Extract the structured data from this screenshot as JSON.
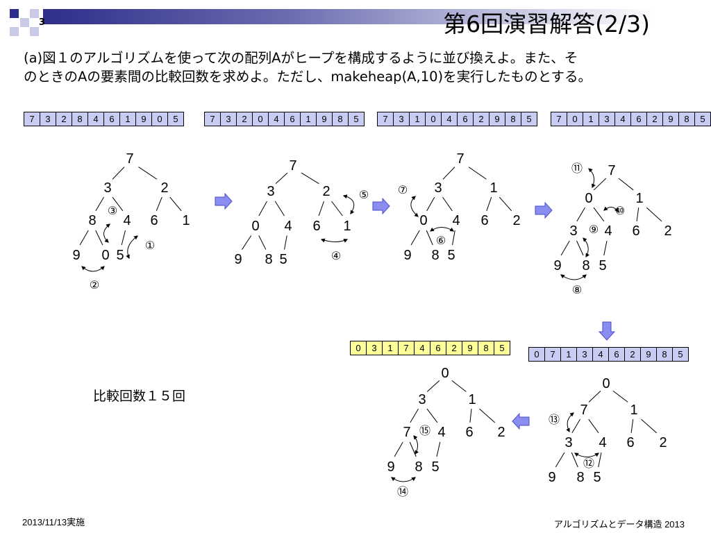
{
  "slide": {
    "title": "第6回演習解答(2/3)",
    "number": "3",
    "problem_line1": "(a)図１のアルゴリズムを使って次の配列Aがヒープを構成するように並び換えよ。また、そ",
    "problem_line2": "のときのAの要素間の比較回数を求めよ。ただし、makeheap(A,10)を実行したものとする。",
    "comparisons": "比較回数１５回",
    "footer_date": "2013/11/13実施",
    "footer_course": "アルゴリズムとデータ構造 2013",
    "colors": {
      "array_blue": "#c9ccf2",
      "array_yellow": "#ffff99",
      "arrow_fill": "#8b8ef0",
      "title_bar": "#2d2f8a"
    }
  },
  "arrays": [
    [
      "7",
      "3",
      "2",
      "8",
      "4",
      "6",
      "1",
      "9",
      "0",
      "5"
    ],
    [
      "7",
      "3",
      "2",
      "0",
      "4",
      "6",
      "1",
      "9",
      "8",
      "5"
    ],
    [
      "7",
      "3",
      "1",
      "0",
      "4",
      "6",
      "2",
      "9",
      "8",
      "5"
    ],
    [
      "7",
      "0",
      "1",
      "3",
      "4",
      "6",
      "2",
      "9",
      "8",
      "5"
    ],
    [
      "0",
      "7",
      "1",
      "3",
      "4",
      "6",
      "2",
      "9",
      "8",
      "5"
    ],
    [
      "0",
      "3",
      "1",
      "7",
      "4",
      "6",
      "2",
      "9",
      "8",
      "5"
    ]
  ],
  "step_markers": [
    "①",
    "②",
    "③",
    "④",
    "⑤",
    "⑥",
    "⑦",
    "⑧",
    "⑨",
    "⑩",
    "⑪",
    "⑫",
    "⑬",
    "⑭",
    "⑮"
  ]
}
